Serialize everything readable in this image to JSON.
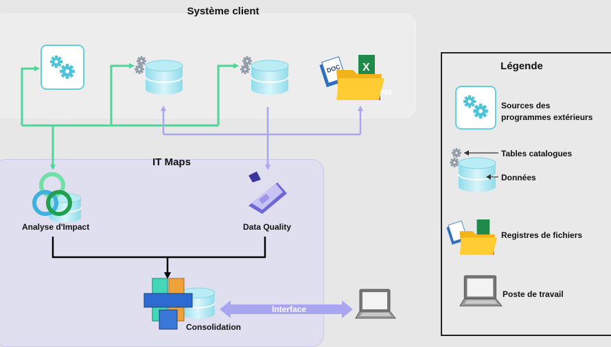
{
  "client_system": {
    "title": "Système client"
  },
  "it_maps": {
    "title": "IT Maps",
    "impact_label": "Analyse d'Impact",
    "quality_label": "Data Quality",
    "consolidation_label": "Consolidation",
    "interface_label": "Interface"
  },
  "legend": {
    "title": "Légende",
    "items": [
      {
        "label": "Sources des programmes extérieurs",
        "icon": "gears-icon"
      },
      {
        "label": "Tables catalogues",
        "icon": "gears-small-icon"
      },
      {
        "label": "Données",
        "icon": "database-icon"
      },
      {
        "label": "Registres de fichiers",
        "icon": "file-folder-icon"
      },
      {
        "label": "Poste de travail",
        "icon": "laptop-icon"
      }
    ]
  },
  "file_badges": {
    "doc": "DOC",
    "pdf": "PDF",
    "xls": "X"
  },
  "colors": {
    "green": "#4fd597",
    "purple": "#a9a6f1",
    "cyan": "#5fc9dc",
    "black": "#000000",
    "consolidation": "#44d8b8"
  }
}
